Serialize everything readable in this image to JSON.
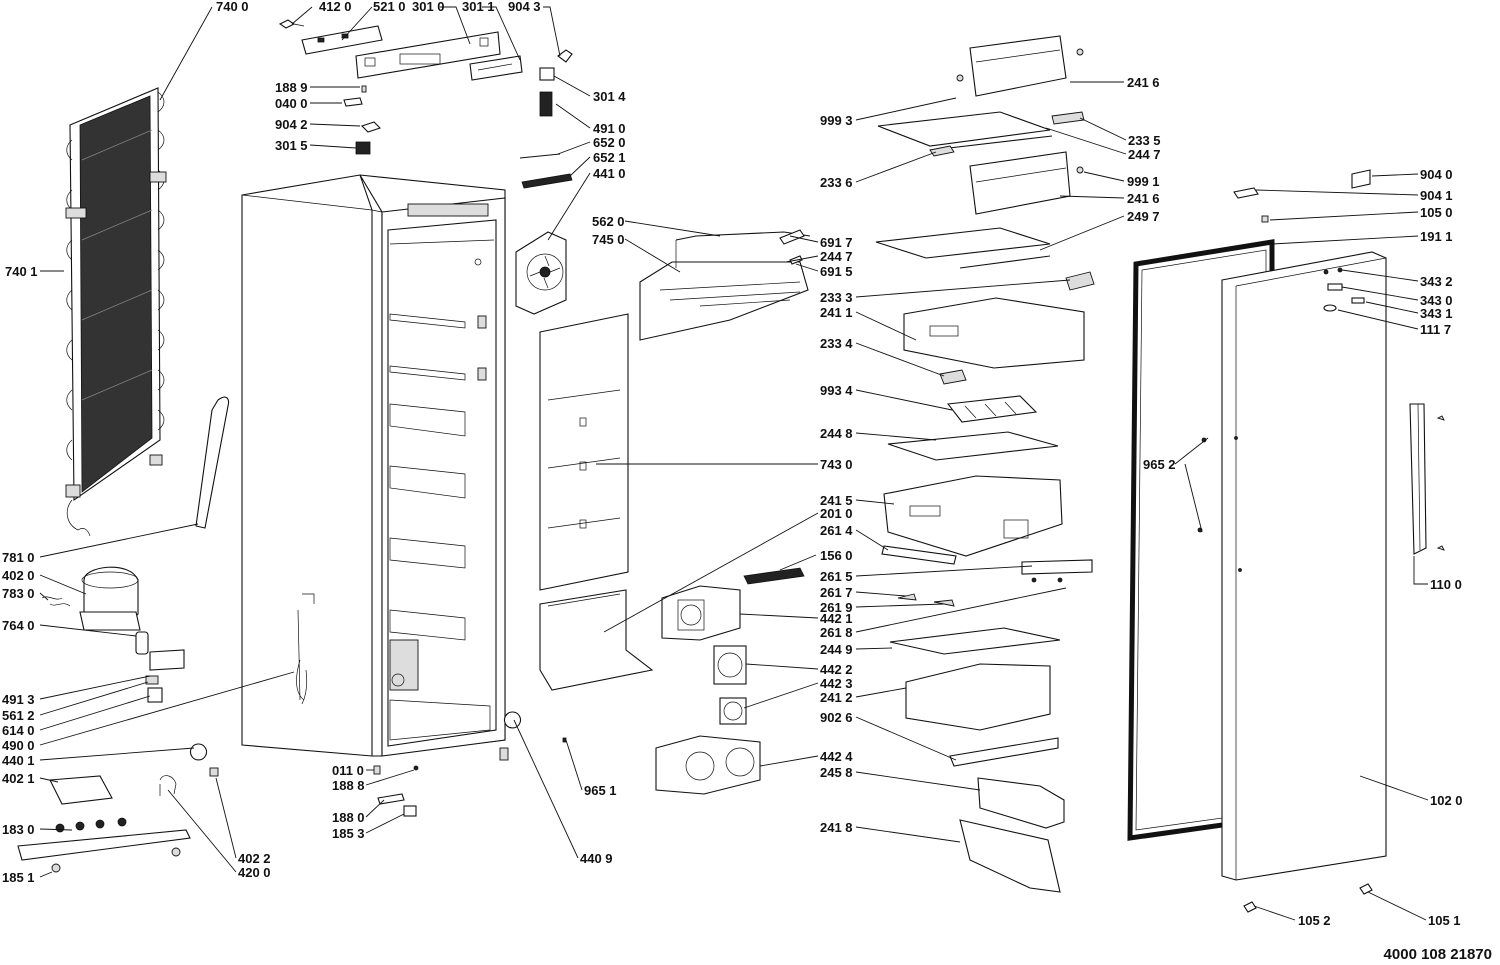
{
  "drawing_number": "4000 108 21870",
  "callouts": [
    {
      "id": "740 0"
    },
    {
      "id": "412 0"
    },
    {
      "id": "521 0"
    },
    {
      "id": "301 0"
    },
    {
      "id": "301 1"
    },
    {
      "id": "904 3"
    },
    {
      "id": "188 9"
    },
    {
      "id": "040 0"
    },
    {
      "id": "904 2"
    },
    {
      "id": "301 5"
    },
    {
      "id": "301 4"
    },
    {
      "id": "491 0"
    },
    {
      "id": "652 0"
    },
    {
      "id": "652 1"
    },
    {
      "id": "441 0"
    },
    {
      "id": "740 1"
    },
    {
      "id": "562 0"
    },
    {
      "id": "745 0"
    },
    {
      "id": "691 7"
    },
    {
      "id": "244 7"
    },
    {
      "id": "691 5"
    },
    {
      "id": "241 6"
    },
    {
      "id": "999 3"
    },
    {
      "id": "233 5"
    },
    {
      "id": "244 7"
    },
    {
      "id": "233 6"
    },
    {
      "id": "999 1"
    },
    {
      "id": "241 6"
    },
    {
      "id": "249 7"
    },
    {
      "id": "233 3"
    },
    {
      "id": "241 1"
    },
    {
      "id": "233 4"
    },
    {
      "id": "993 4"
    },
    {
      "id": "244 8"
    },
    {
      "id": "743 0"
    },
    {
      "id": "241 5"
    },
    {
      "id": "201 0"
    },
    {
      "id": "261 4"
    },
    {
      "id": "156 0"
    },
    {
      "id": "261 5"
    },
    {
      "id": "261 7"
    },
    {
      "id": "261 9"
    },
    {
      "id": "442 1"
    },
    {
      "id": "261 8"
    },
    {
      "id": "244 9"
    },
    {
      "id": "442 2"
    },
    {
      "id": "442 3"
    },
    {
      "id": "241 2"
    },
    {
      "id": "902 6"
    },
    {
      "id": "442 4"
    },
    {
      "id": "245 8"
    },
    {
      "id": "241 8"
    },
    {
      "id": "965 1"
    },
    {
      "id": "440 9"
    },
    {
      "id": "781 0"
    },
    {
      "id": "402 0"
    },
    {
      "id": "783 0"
    },
    {
      "id": "764 0"
    },
    {
      "id": "491 3"
    },
    {
      "id": "561 2"
    },
    {
      "id": "614 0"
    },
    {
      "id": "490 0"
    },
    {
      "id": "440 1"
    },
    {
      "id": "402 1"
    },
    {
      "id": "183 0"
    },
    {
      "id": "185 1"
    },
    {
      "id": "402 2"
    },
    {
      "id": "420 0"
    },
    {
      "id": "011 0"
    },
    {
      "id": "188 8"
    },
    {
      "id": "188 0"
    },
    {
      "id": "185 3"
    },
    {
      "id": "904 0"
    },
    {
      "id": "904 1"
    },
    {
      "id": "105 0"
    },
    {
      "id": "191 1"
    },
    {
      "id": "343 2"
    },
    {
      "id": "343 0"
    },
    {
      "id": "343 1"
    },
    {
      "id": "111 7"
    },
    {
      "id": "965 2"
    },
    {
      "id": "110 0"
    },
    {
      "id": "102 0"
    },
    {
      "id": "105 2"
    },
    {
      "id": "105 1"
    }
  ]
}
